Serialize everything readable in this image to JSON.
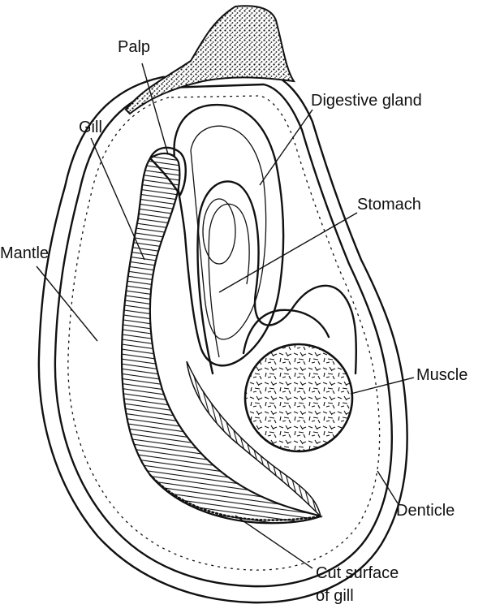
{
  "labels": {
    "palp": "Palp",
    "gill": "Gill",
    "mantle": "Mantle",
    "digestive_gland": "Digestive gland",
    "stomach": "Stomach",
    "muscle": "Muscle",
    "denticle": "Denticle",
    "cut_surface_line1": "Cut surface",
    "cut_surface_line2": "of gill"
  }
}
